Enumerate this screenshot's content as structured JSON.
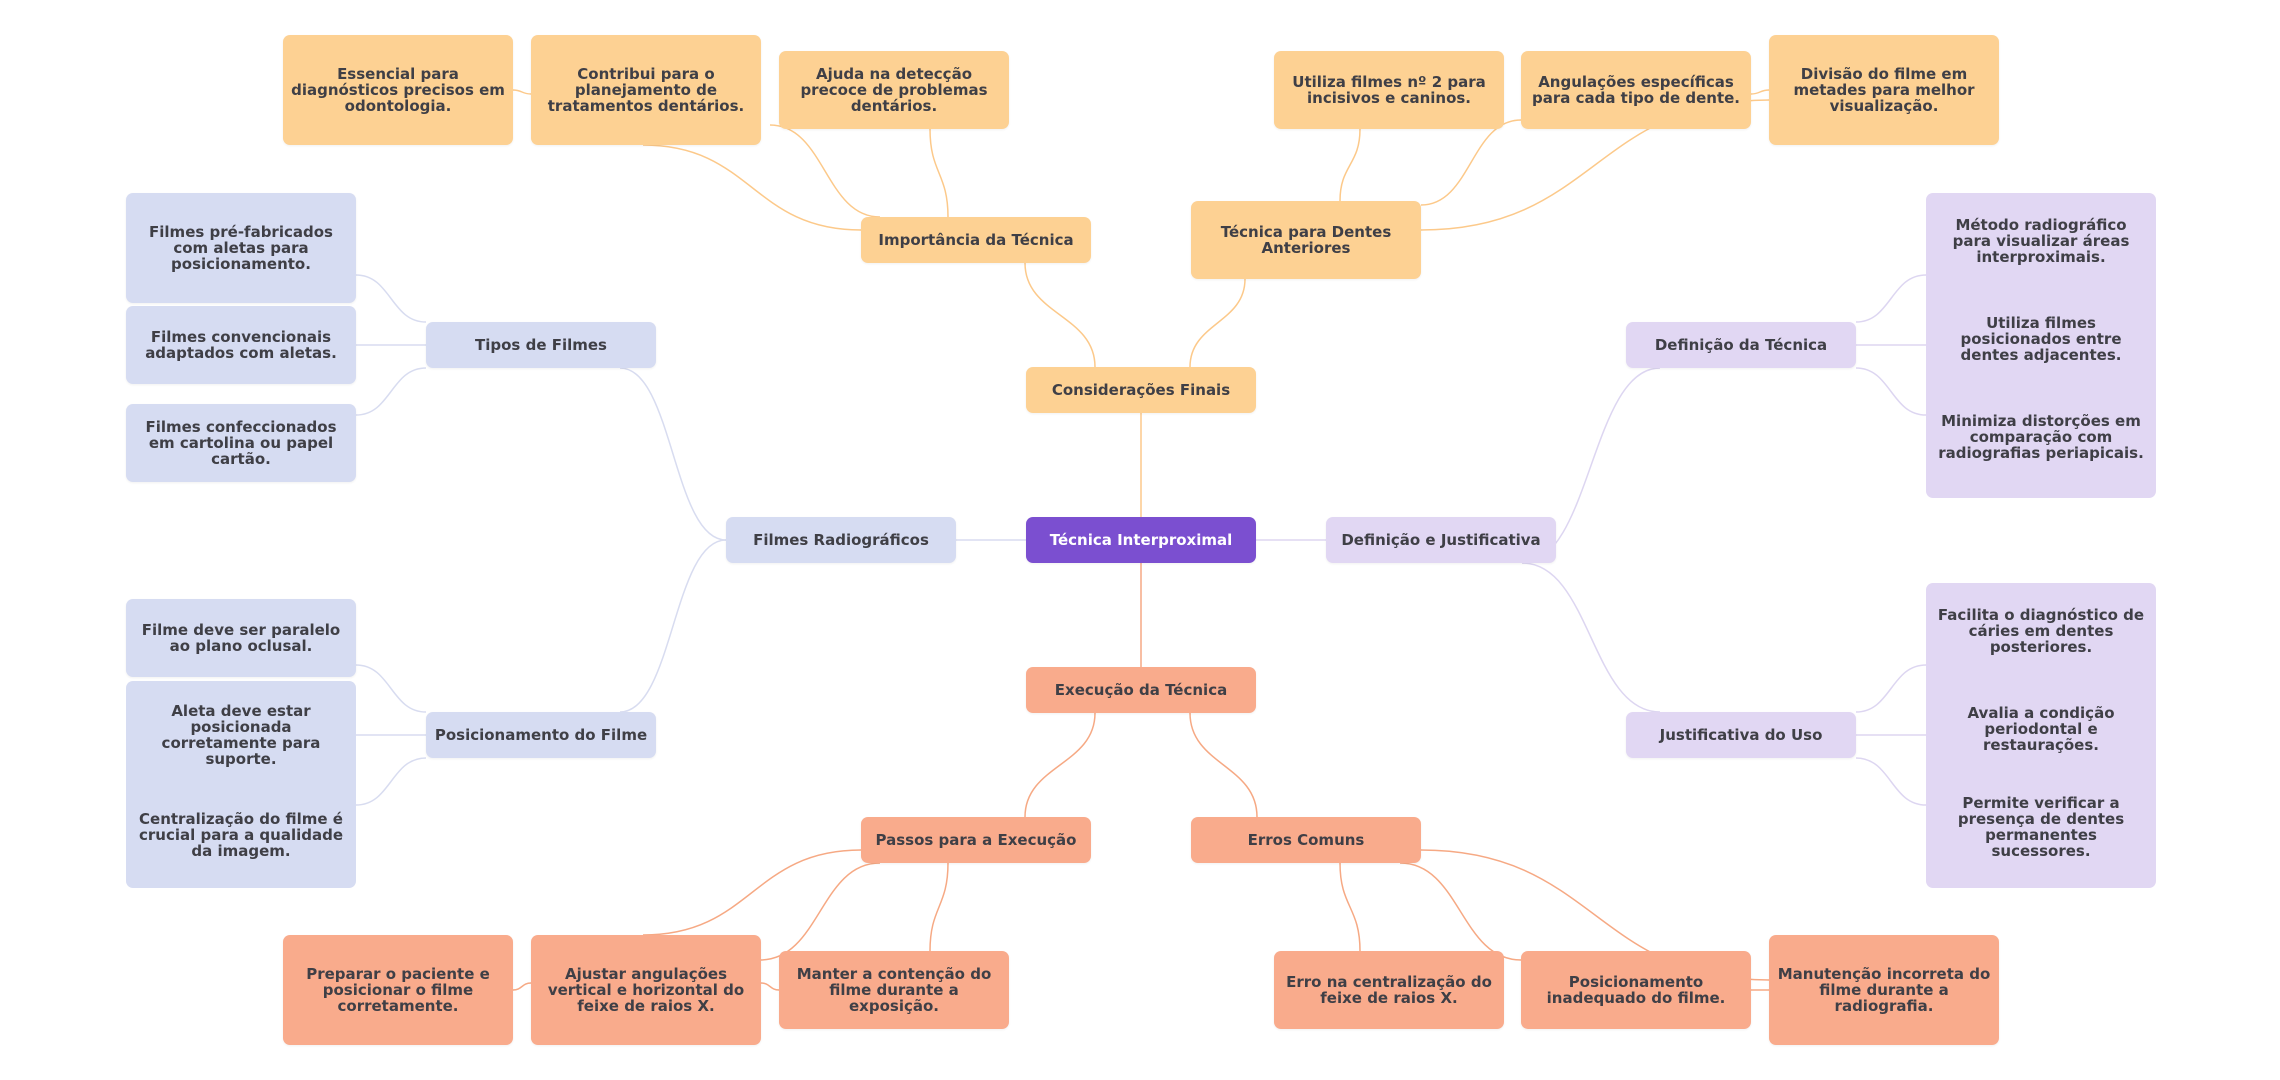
{
  "colors": {
    "root": "#7b4fd0",
    "orange": "#fdd193",
    "orange_link": "#fcc98a",
    "salmon": "#f9ab8c",
    "salmon_link": "#f6a984",
    "blue": "#d6dcf2",
    "blue_link": "#d8dcf0",
    "purple": "#e1d7f3",
    "purple_link": "#ddd6f1"
  },
  "mindmap": {
    "root": {
      "label": "Técnica Interproximal"
    },
    "consideracoes": {
      "label": "Considerações Finais",
      "importancia": {
        "label": "Importância da Técnica",
        "leaves": [
          "Essencial para diagnósticos precisos em odontologia.",
          "Contribui para o planejamento de tratamentos dentários.",
          "Ajuda na detecção precoce de problemas dentários."
        ]
      },
      "anteriores": {
        "label": "Técnica para Dentes Anteriores",
        "leaves": [
          "Utiliza filmes nº 2 para incisivos e caninos.",
          "Angulações específicas para cada tipo de dente.",
          "Divisão do filme em metades para melhor visualização."
        ]
      }
    },
    "filmes": {
      "label": "Filmes Radiográficos",
      "tipos": {
        "label": "Tipos de Filmes",
        "leaves": [
          "Filmes pré-fabricados com aletas para posicionamento.",
          "Filmes convencionais adaptados com aletas.",
          "Filmes confeccionados em cartolina ou papel cartão."
        ]
      },
      "posicionamento": {
        "label": "Posicionamento do Filme",
        "leaves": [
          "Filme deve ser paralelo ao plano oclusal.",
          "Aleta deve estar posicionada corretamente para suporte.",
          "Centralização do filme é crucial para a qualidade da imagem."
        ]
      }
    },
    "definicao_justificativa": {
      "label": "Definição e Justificativa",
      "definicao": {
        "label": "Definição da Técnica",
        "leaves": [
          "Método radiográfico para visualizar áreas interproximais.",
          "Utiliza filmes posicionados entre dentes adjacentes.",
          "Minimiza distorções em comparação com radiografias periapicais."
        ]
      },
      "justificativa": {
        "label": "Justificativa do Uso",
        "leaves": [
          "Facilita o diagnóstico de cáries em dentes posteriores.",
          "Avalia a condição periodontal e restaurações.",
          "Permite verificar a presença de dentes permanentes sucessores."
        ]
      }
    },
    "execucao": {
      "label": "Execução da Técnica",
      "passos": {
        "label": "Passos para a Execução",
        "leaves": [
          "Preparar o paciente e posicionar o filme corretamente.",
          "Ajustar angulações vertical e horizontal do feixe de raios X.",
          "Manter a contenção do filme durante a exposição."
        ]
      },
      "erros": {
        "label": "Erros Comuns",
        "leaves": [
          "Erro na centralização do feixe de raios X.",
          "Posicionamento inadequado do filme.",
          "Manutenção incorreta do filme durante a radiografia."
        ]
      }
    }
  }
}
